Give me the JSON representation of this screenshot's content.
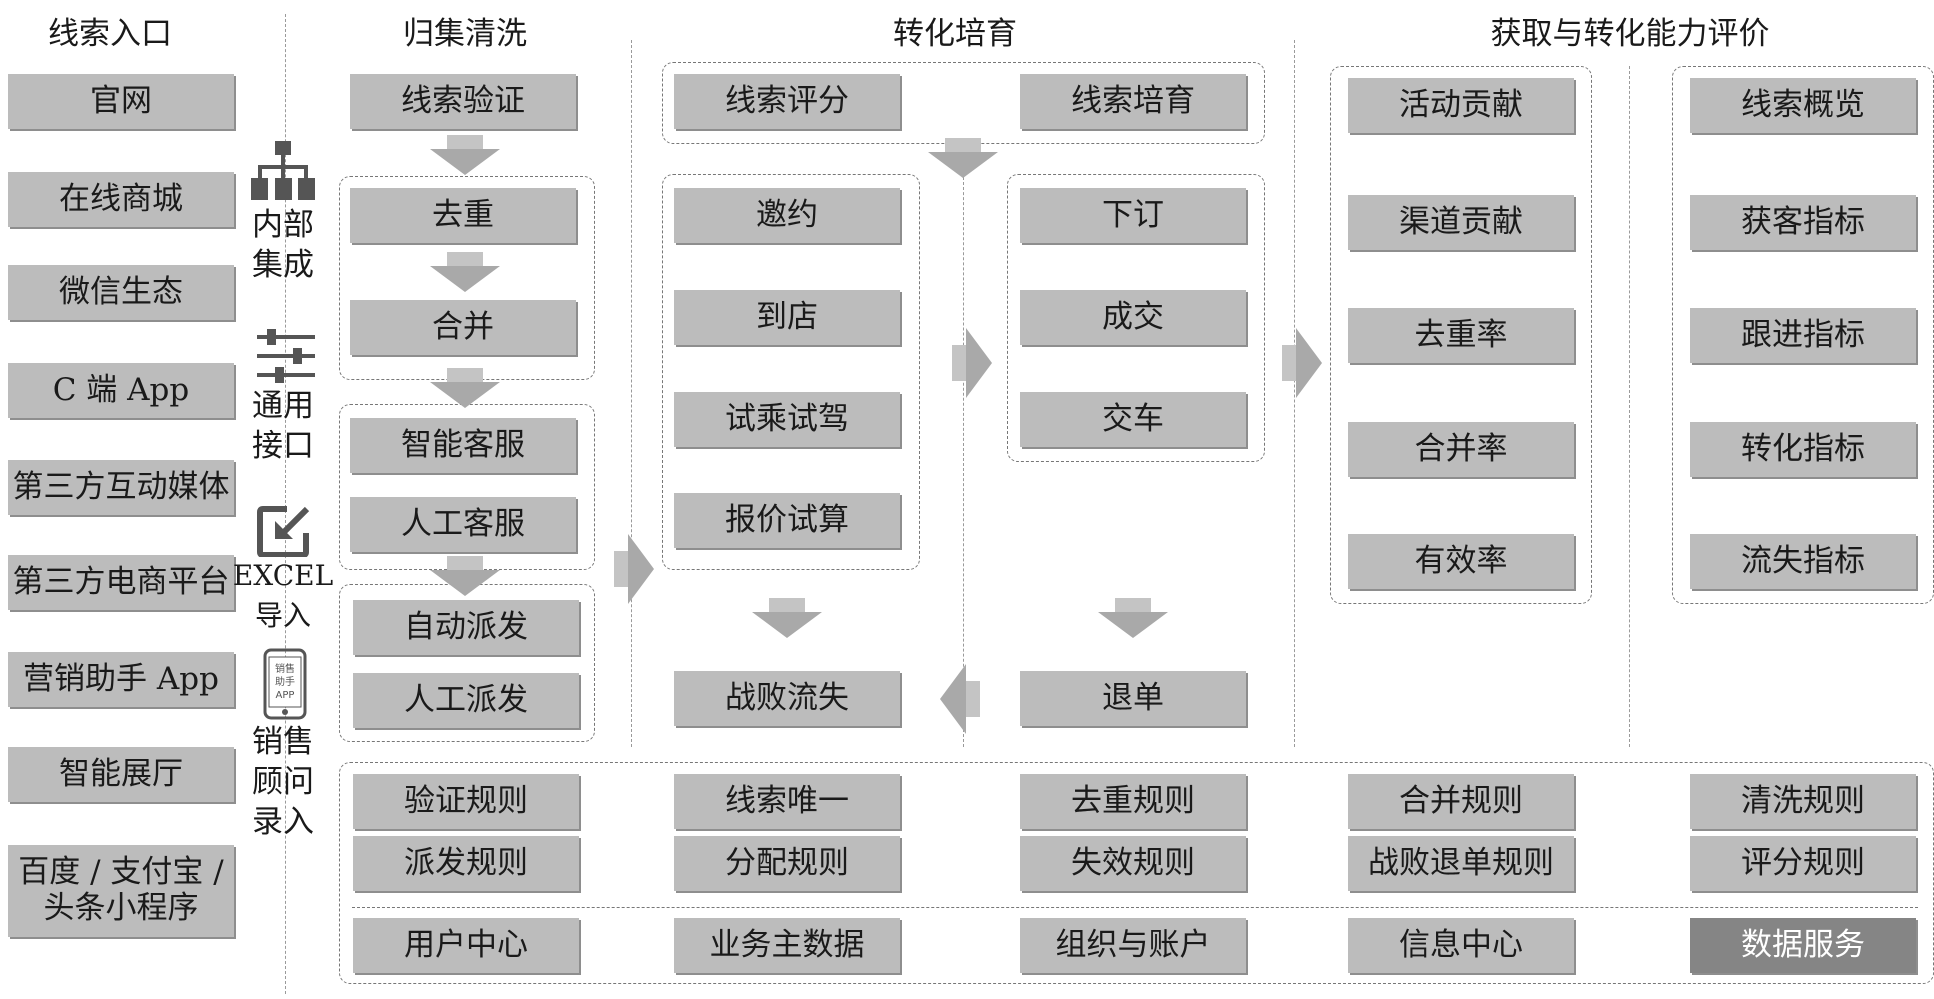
{
  "headers": {
    "entry": "线索入口",
    "clean": "归集清洗",
    "nurture": "转化培育",
    "eval": "获取与转化能力评价"
  },
  "entry_sources": [
    "官网",
    "在线商城",
    "微信生态",
    "C 端 App",
    "第三方互动媒体",
    "第三方电商平台",
    "营销助手 App",
    "智能展厅",
    "百度 / 支付宝 / 头条小程序"
  ],
  "import_methods": [
    {
      "icon": "org-tree-icon",
      "label": "内部\n集成"
    },
    {
      "icon": "sliders-icon",
      "label": "通用\n接口"
    },
    {
      "icon": "excel-import-icon",
      "label": "EXCEL\n导入"
    },
    {
      "icon": "sales-app-phone-icon",
      "label": "销售\n顾问\n录入",
      "icon_text": "销售\n助手\nAPP"
    }
  ],
  "clean_steps": {
    "verify": "线索验证",
    "dedup": "去重",
    "merge": "合并",
    "smart_service": "智能客服",
    "manual_service": "人工客服",
    "auto_dispatch": "自动派发",
    "manual_dispatch": "人工派发"
  },
  "nurture": {
    "score": "线索评分",
    "cultivate": "线索培育",
    "invite": "邀约",
    "visit": "到店",
    "test_drive": "试乘试驾",
    "quote": "报价试算",
    "order": "下订",
    "deal": "成交",
    "delivery": "交车",
    "lost": "战败流失",
    "refund": "退单"
  },
  "contribution_metrics": [
    "活动贡献",
    "渠道贡献",
    "去重率",
    "合并率",
    "有效率"
  ],
  "overview_metrics": [
    "线索概览",
    "获客指标",
    "跟进指标",
    "转化指标",
    "流失指标"
  ],
  "rules_row1": [
    "验证规则",
    "线索唯一",
    "去重规则",
    "合并规则",
    "清洗规则"
  ],
  "rules_row2": [
    "派发规则",
    "分配规则",
    "失效规则",
    "战败退单规则",
    "评分规则"
  ],
  "platform": [
    "用户中心",
    "业务主数据",
    "组织与账户",
    "信息中心",
    "数据服务"
  ],
  "colors": {
    "box": "#bcbcbc",
    "box_dark": "#858585",
    "arrow": "#a9a9a9",
    "icon": "#555555"
  }
}
